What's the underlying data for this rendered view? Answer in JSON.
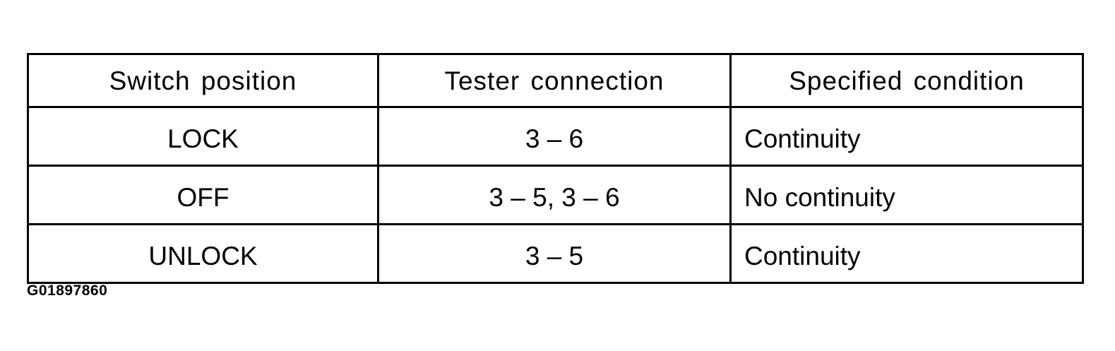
{
  "table": {
    "headers": [
      "Switch position",
      "Tester connection",
      "Specified condition"
    ],
    "rows": [
      [
        "LOCK",
        "3 – 6",
        "Continuity"
      ],
      [
        "OFF",
        "3 – 5, 3 – 6",
        "No continuity"
      ],
      [
        "UNLOCK",
        "3 – 5",
        "Continuity"
      ]
    ]
  },
  "figure_id": "G01897860"
}
